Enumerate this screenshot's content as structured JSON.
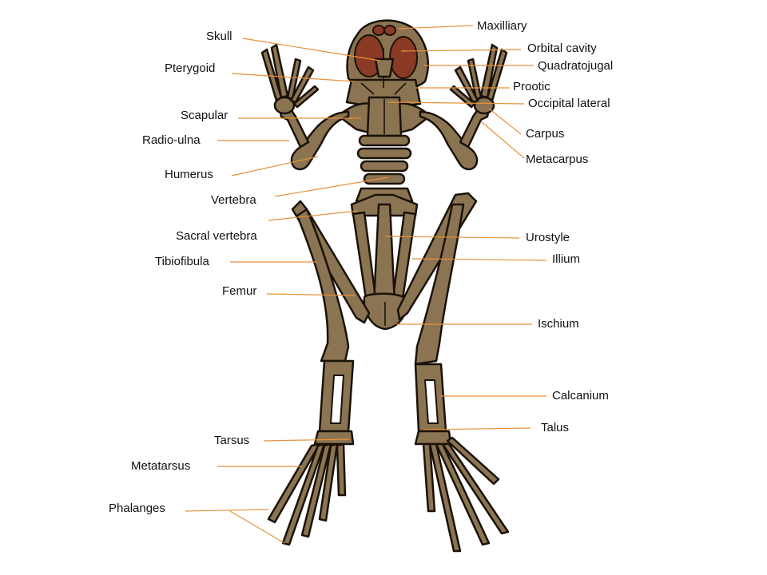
{
  "diagram": {
    "labels": [
      {
        "id": "maxilliary",
        "text": "Maxilliary"
      },
      {
        "id": "skull",
        "text": "Skull"
      },
      {
        "id": "orbital-cavity",
        "text": "Orbital cavity"
      },
      {
        "id": "pterygoid",
        "text": "Pterygoid"
      },
      {
        "id": "quadratojugal",
        "text": "Quadratojugal"
      },
      {
        "id": "prootic",
        "text": "Prootic"
      },
      {
        "id": "scapular",
        "text": "Scapular"
      },
      {
        "id": "occipital-lateral",
        "text": "Occipital lateral"
      },
      {
        "id": "carpus",
        "text": "Carpus"
      },
      {
        "id": "radio-ulna",
        "text": "Radio-ulna"
      },
      {
        "id": "metacarpus",
        "text": "Metacarpus"
      },
      {
        "id": "humerus",
        "text": "Humerus"
      },
      {
        "id": "vertebra",
        "text": "Vertebra"
      },
      {
        "id": "urostyle",
        "text": "Urostyle"
      },
      {
        "id": "sacral-vertebra",
        "text": "Sacral vertebra"
      },
      {
        "id": "ilium",
        "text": "Illium"
      },
      {
        "id": "tibiofibula",
        "text": "Tibiofibula"
      },
      {
        "id": "femur",
        "text": "Femur"
      },
      {
        "id": "ischium",
        "text": "Ischium"
      },
      {
        "id": "calcanium",
        "text": "Calcanium"
      },
      {
        "id": "talus",
        "text": "Talus"
      },
      {
        "id": "tarsus",
        "text": "Tarsus"
      },
      {
        "id": "metatarsus",
        "text": "Metatarsus"
      },
      {
        "id": "phalanges",
        "text": "Phalanges"
      }
    ],
    "colors": {
      "bone": "#8b7452",
      "outline": "#1a1208",
      "orbit": "#8b3a26",
      "leader_line": "#e8913a",
      "text": "#111111",
      "background": "#ffffff"
    }
  }
}
